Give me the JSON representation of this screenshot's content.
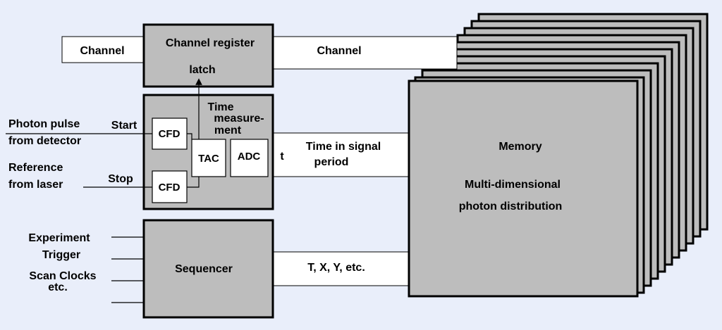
{
  "diagram": {
    "channel_register": {
      "title": "Channel register",
      "latch": "latch",
      "input_label": "Channel",
      "output_label": "Channel"
    },
    "time_measurement": {
      "title_lines": [
        "Time",
        "measure-",
        "ment"
      ],
      "cfd_start": "CFD",
      "cfd_stop": "CFD",
      "tac": "TAC",
      "adc": "ADC",
      "start_label": "Start",
      "stop_label": "Stop",
      "photon_input": [
        "Photon pulse",
        "from detector"
      ],
      "reference_input": [
        "Reference",
        "from laser"
      ],
      "output_symbol": "t",
      "output_label": [
        "Time in signal",
        "period"
      ]
    },
    "sequencer": {
      "title": "Sequencer",
      "inputs": [
        "Experiment",
        "Trigger",
        "Scan Clocks",
        "etc."
      ],
      "output_label": "T, X, Y, etc."
    },
    "memory": {
      "title": "Memory",
      "subtitle_lines": [
        "Multi-dimensional",
        "photon distribution"
      ]
    }
  }
}
